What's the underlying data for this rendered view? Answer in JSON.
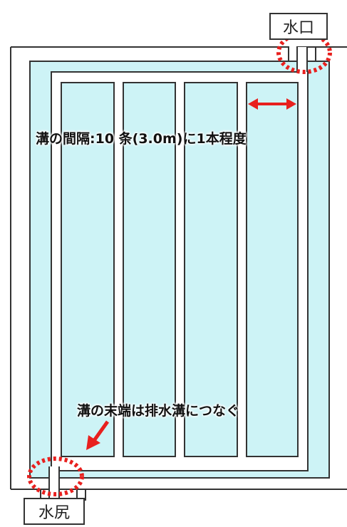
{
  "labels": {
    "inlet": "水口",
    "outlet": "水尻"
  },
  "annotations": {
    "spacing": "溝の間隔:10 条(3.0m)に1本程度",
    "connect": "溝の末端は排水溝につなぐ"
  },
  "colors": {
    "field": "#cdf3f6",
    "ditch": "#ffffff",
    "outline": "#333333",
    "highlight": "#e8201e"
  }
}
